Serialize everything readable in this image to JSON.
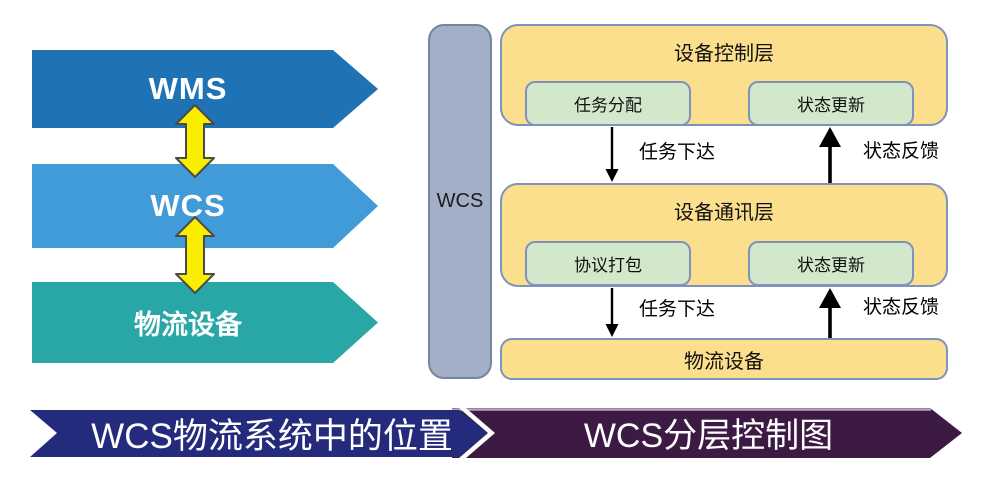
{
  "left_flow": {
    "items": [
      {
        "label": "WMS",
        "color": "#1F72B4"
      },
      {
        "label": "WCS",
        "color": "#419BD8"
      },
      {
        "label": "物流设备",
        "color": "#29A7A7"
      }
    ],
    "connector_color": "#F9EE00"
  },
  "right_diagram": {
    "sidebar_label": "WCS",
    "layers": [
      {
        "title": "设备控制层",
        "children": [
          "任务分配",
          "状态更新"
        ]
      },
      {
        "title": "设备通讯层",
        "children": [
          "协议打包",
          "状态更新"
        ]
      },
      {
        "title": "物流设备",
        "children": []
      }
    ],
    "arrow_labels": {
      "down": "任务下达",
      "up": "状态反馈"
    }
  },
  "banners": [
    {
      "label": "WCS物流系统中的位置",
      "color": "#252B7C"
    },
    {
      "label": "WCS分层控制图",
      "color": "#3C1A43"
    }
  ],
  "colors": {
    "layer_fill": "#FCDF8D",
    "chip_fill": "#D2E8CB",
    "box_border": "#7E92BE",
    "sidebar_fill": "#A3AEC7",
    "sidebar_border": "#76849E",
    "connector_yellow": "#F9EE00",
    "connector_border": "#4A4A4A",
    "banner_highlight": "#B5A5C4",
    "flow_arrow": "#000000"
  }
}
